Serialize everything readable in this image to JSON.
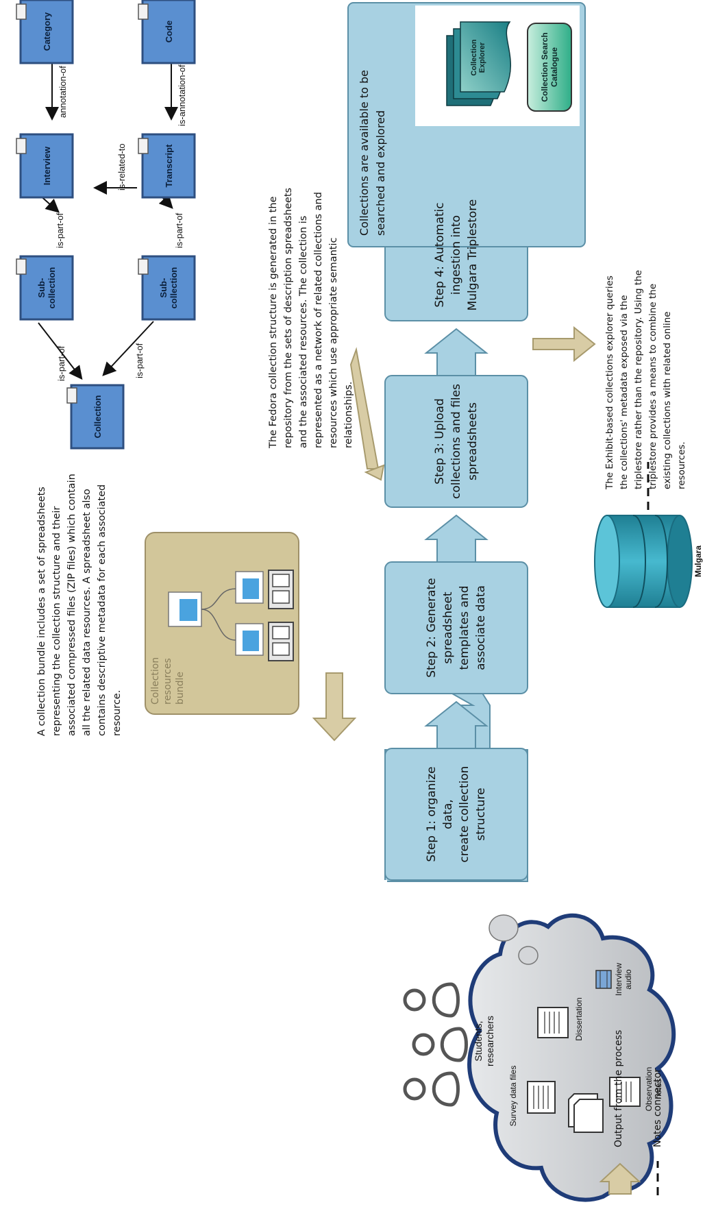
{
  "colors": {
    "step_fill": "#a8d1e2",
    "step_border": "#5b8fa6",
    "arrow_fill": "#d8cca5",
    "arrow_border": "#a79a6d",
    "cloud_fill": "#d4d6d9",
    "cloud_border": "#1f3c78",
    "node_fill": "#5a8fd0",
    "node_border": "#2e4f80",
    "bundle_fill": "#d2c69a",
    "bundle_border": "#9e9068",
    "db_fill": "#3aa8bd",
    "db_dark": "#1a6c80"
  },
  "cloud": {
    "items": {
      "survey": "Survey data files",
      "dissertation": "Dissertation",
      "interview": "Interview\naudio",
      "observation": "Observation\nnotes"
    }
  },
  "people": {
    "label": "Students,\nresearchers"
  },
  "steps": [
    {
      "label": "Step 1: organize data,\ncreate collection\nstructure"
    },
    {
      "label": "Step 2: Generate\nspreadsheet\ntemplates and\nassociate data"
    },
    {
      "label": "Step 3: Upload\ncollections and files\nspreadsheets"
    },
    {
      "label": "Step 4: Automatic\ningestion into\nMulgara Triplestore"
    }
  ],
  "bundle": {
    "label": "Collection\nresources\nbundle"
  },
  "notes": {
    "bundle_note": "A collection bundle includes a set of spreadsheets representing the collection structure and their associated compressed files (ZIP files) which contain all the related data resources. A spreadsheet also contains descriptive metadata for each associated resource.",
    "fedora_note": "The Fedora collection structure is generated in the repository from the sets of description spreadsheets and the associated resources. The collection is represented as a network of related collections and resources which use appropriate semantic relationships.",
    "exhibit_note": "The Exhibit-based collections explorer queries the collections' metadata exposed via the triplestore rather than the repository. Using the triplestore provides a means to combine the existing collections with related online resources."
  },
  "fedora_graph": {
    "nodes": {
      "collection": "Collection",
      "subcollection_1": "Sub-\ncollection",
      "subcollection_2": "Sub-\ncollection",
      "interview": "Interview",
      "transcript": "Transcript",
      "category": "Category",
      "code": "Code"
    },
    "edges": {
      "sub1_collection": "is-part-of",
      "sub2_collection": "is-part-of",
      "interview_sub1": "is-part-of",
      "transcript_sub2": "is-part-of",
      "transcript_interview": "is-related-to",
      "category_interview": "annotation-of",
      "code_transcript": "is-annotation-of"
    }
  },
  "output_box": {
    "text": "Collections are available to be searched and explored",
    "explorer": "Collection\nExplorer",
    "catalogue": "Collection Search\nCatalogue"
  },
  "database": {
    "label": "Mulgara"
  },
  "legend": {
    "output": "Output from the process",
    "notes_connector": "Notes connector"
  }
}
